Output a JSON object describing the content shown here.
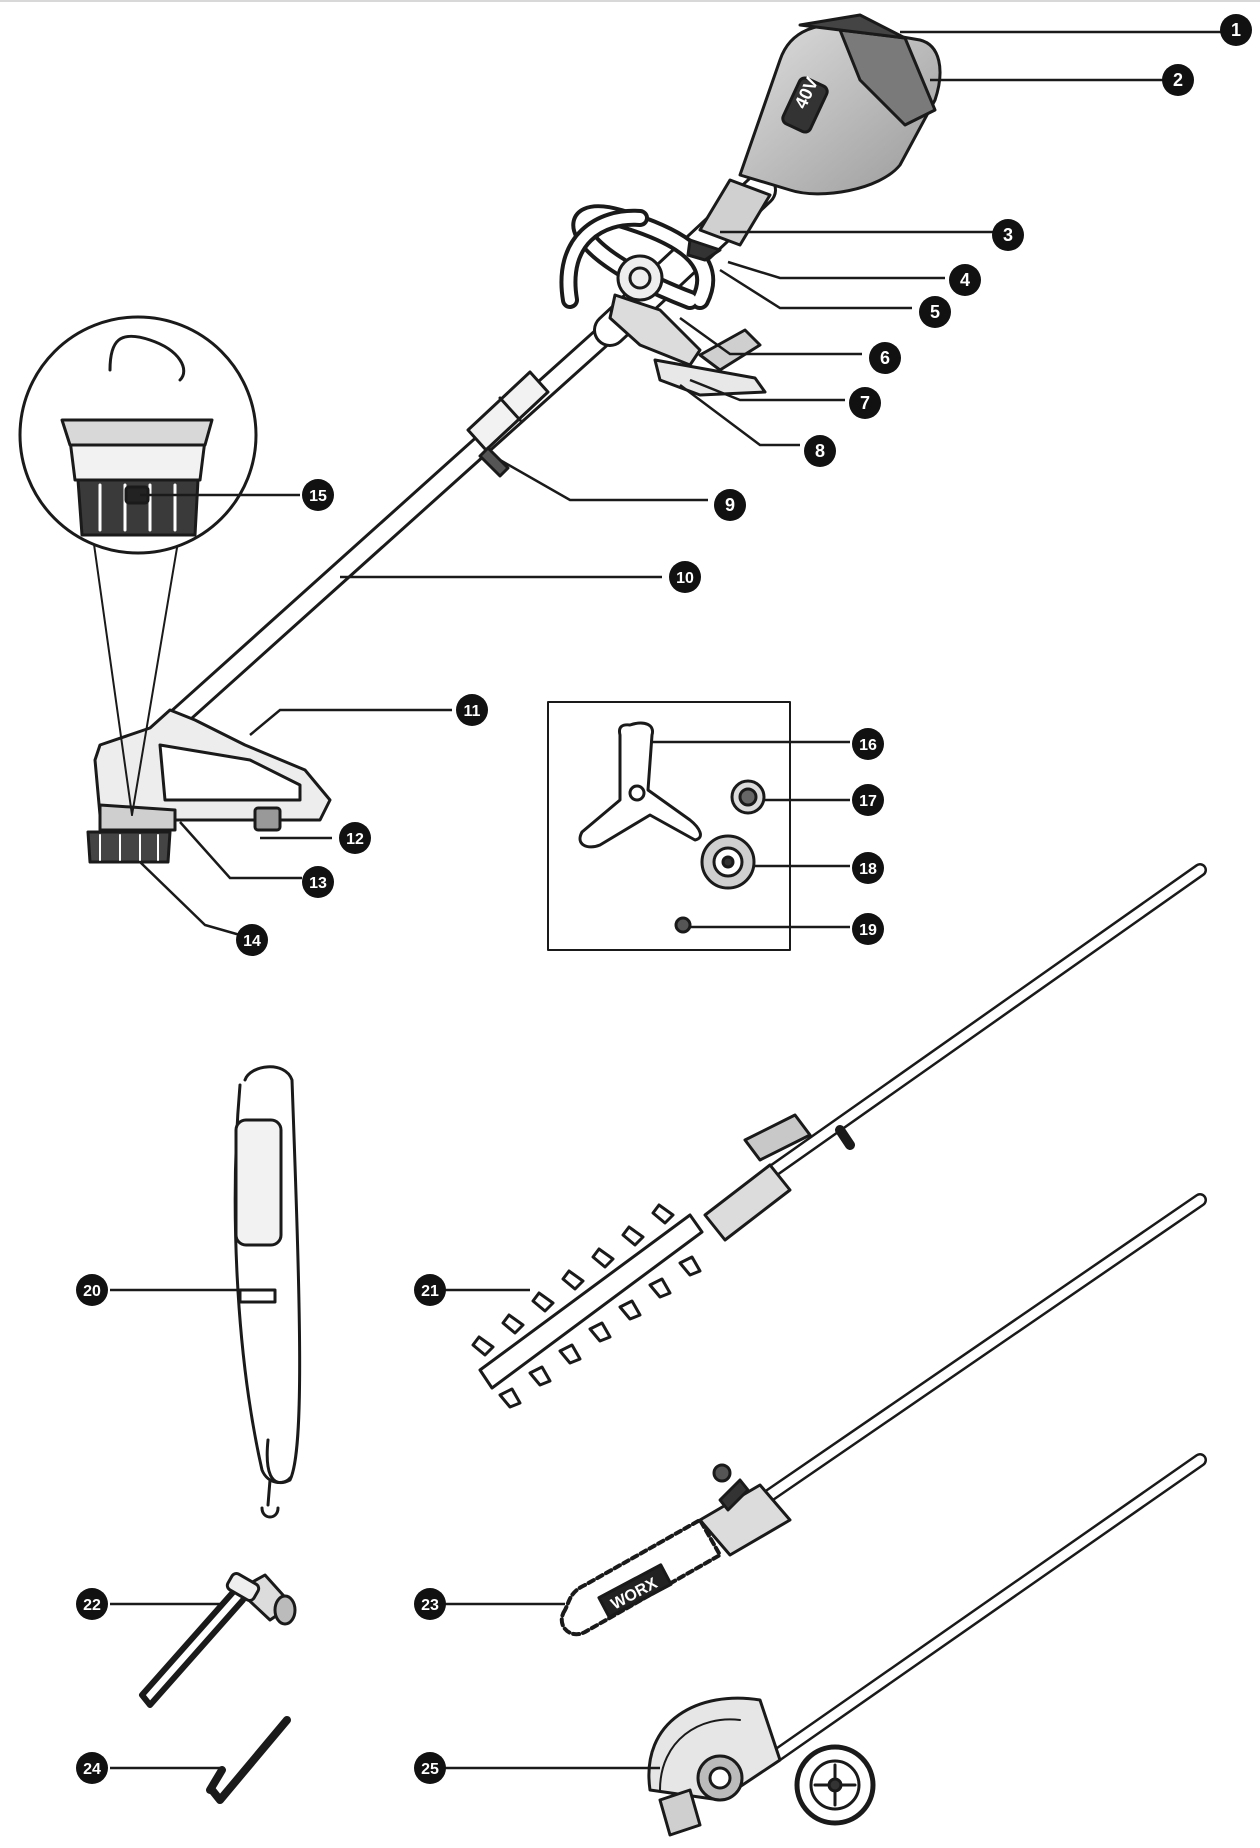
{
  "figure": {
    "ink_color": "#1a1a1a",
    "badge_color": "#111111",
    "badge_text_color": "#ffffff",
    "background": "#ffffff"
  },
  "callouts": [
    "1",
    "2",
    "3",
    "4",
    "5",
    "6",
    "7",
    "8",
    "9",
    "10",
    "11",
    "12",
    "13",
    "14",
    "15",
    "16",
    "17",
    "18",
    "19",
    "20",
    "21",
    "22",
    "23",
    "24",
    "25"
  ],
  "logo_text": "WORX",
  "battery_text": "40V"
}
